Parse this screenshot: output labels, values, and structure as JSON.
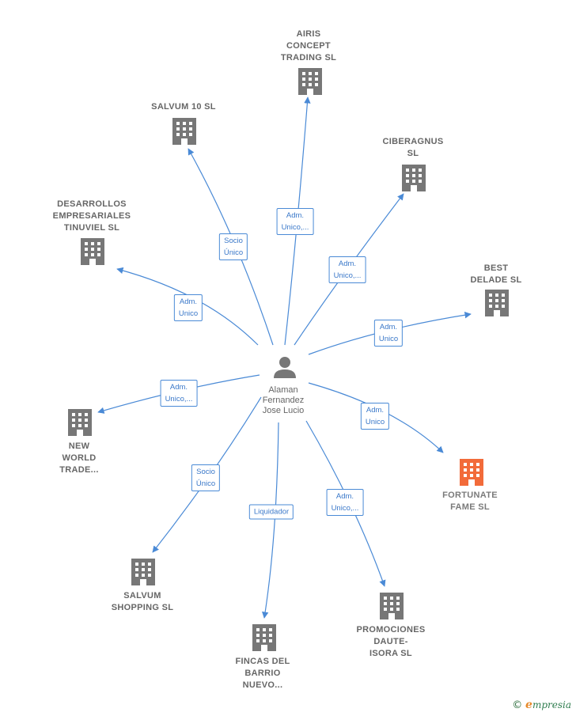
{
  "center": {
    "label": "Alaman\nFernandez\nJose Lucio"
  },
  "colors": {
    "edge": "#4a8ad6",
    "building": "#777777",
    "highlight": "#f26b3a"
  },
  "nodes": [
    {
      "id": "airis",
      "label": "AIRIS\nCONCEPT\nTRADING SL",
      "edge_label": "Adm.\nUnico,...",
      "highlight": false
    },
    {
      "id": "salvum10",
      "label": "SALVUM 10  SL",
      "edge_label": "Socio\nÚnico",
      "highlight": false
    },
    {
      "id": "ciberagnus",
      "label": "CIBERAGNUS\nSL",
      "edge_label": "Adm.\nUnico,...",
      "highlight": false
    },
    {
      "id": "tinuviel",
      "label": "DESARROLLOS\nEMPRESARIALES\nTINUVIEL SL",
      "edge_label": "Adm.\nUnico",
      "highlight": false
    },
    {
      "id": "bestdelade",
      "label": "BEST\nDELADE  SL",
      "edge_label": "Adm.\nUnico",
      "highlight": false
    },
    {
      "id": "newworld",
      "label": "NEW\nWORLD\nTRADE...",
      "edge_label": "Adm.\nUnico,...",
      "highlight": false
    },
    {
      "id": "fortunate",
      "label": "FORTUNATE\nFAME  SL",
      "edge_label": "Adm.\nUnico",
      "highlight": true
    },
    {
      "id": "salvumshopping",
      "label": "SALVUM\nSHOPPING  SL",
      "edge_label": "Socio\nÚnico",
      "highlight": false
    },
    {
      "id": "fincas",
      "label": "FINCAS DEL\nBARRIO\nNUEVO...",
      "edge_label": "Liquidador",
      "highlight": false
    },
    {
      "id": "promociones",
      "label": "PROMOCIONES\nDAUTE-\nISORA SL",
      "edge_label": "Adm.\nUnico,...",
      "highlight": false
    }
  ],
  "footer": {
    "copyright": "©",
    "brand_initial": "e",
    "brand_rest": "mpresia"
  }
}
